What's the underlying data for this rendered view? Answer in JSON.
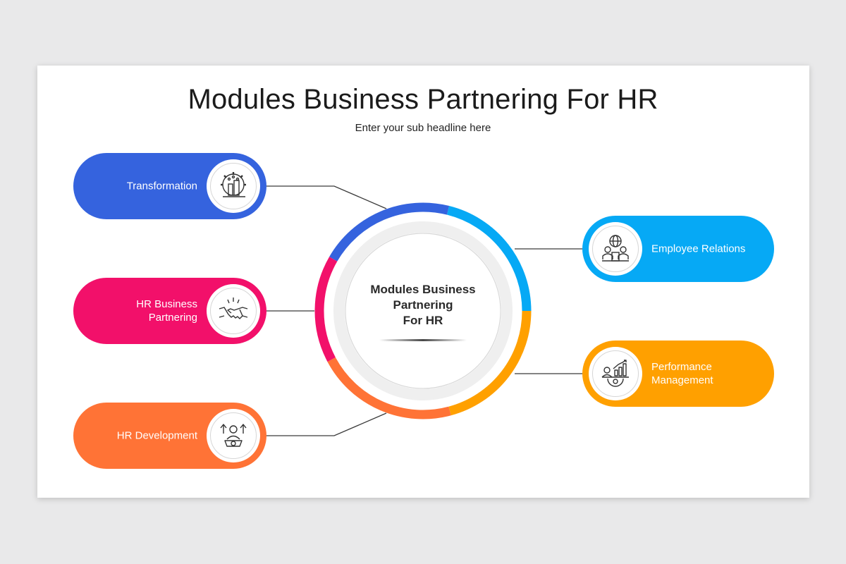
{
  "title": "Modules Business Partnering For HR",
  "subtitle": "Enter your sub headline here",
  "center": {
    "lines": [
      "Modules Business",
      "Partnering",
      "For HR"
    ]
  },
  "modules": [
    {
      "label": "Transformation",
      "color": "#3563de",
      "icon": "gear-building-icon",
      "side": "left"
    },
    {
      "label": "HR Business\nPartnering",
      "color": "#f2106a",
      "icon": "handshake-icon",
      "side": "left"
    },
    {
      "label": "HR Development",
      "color": "#ff7336",
      "icon": "person-growth-icon",
      "side": "left"
    },
    {
      "label": "Employee Relations",
      "color": "#06a9f5",
      "icon": "team-globe-icon",
      "side": "right"
    },
    {
      "label": "Performance\nManagement",
      "color": "#ffa000",
      "icon": "performance-chart-icon",
      "side": "right"
    }
  ]
}
